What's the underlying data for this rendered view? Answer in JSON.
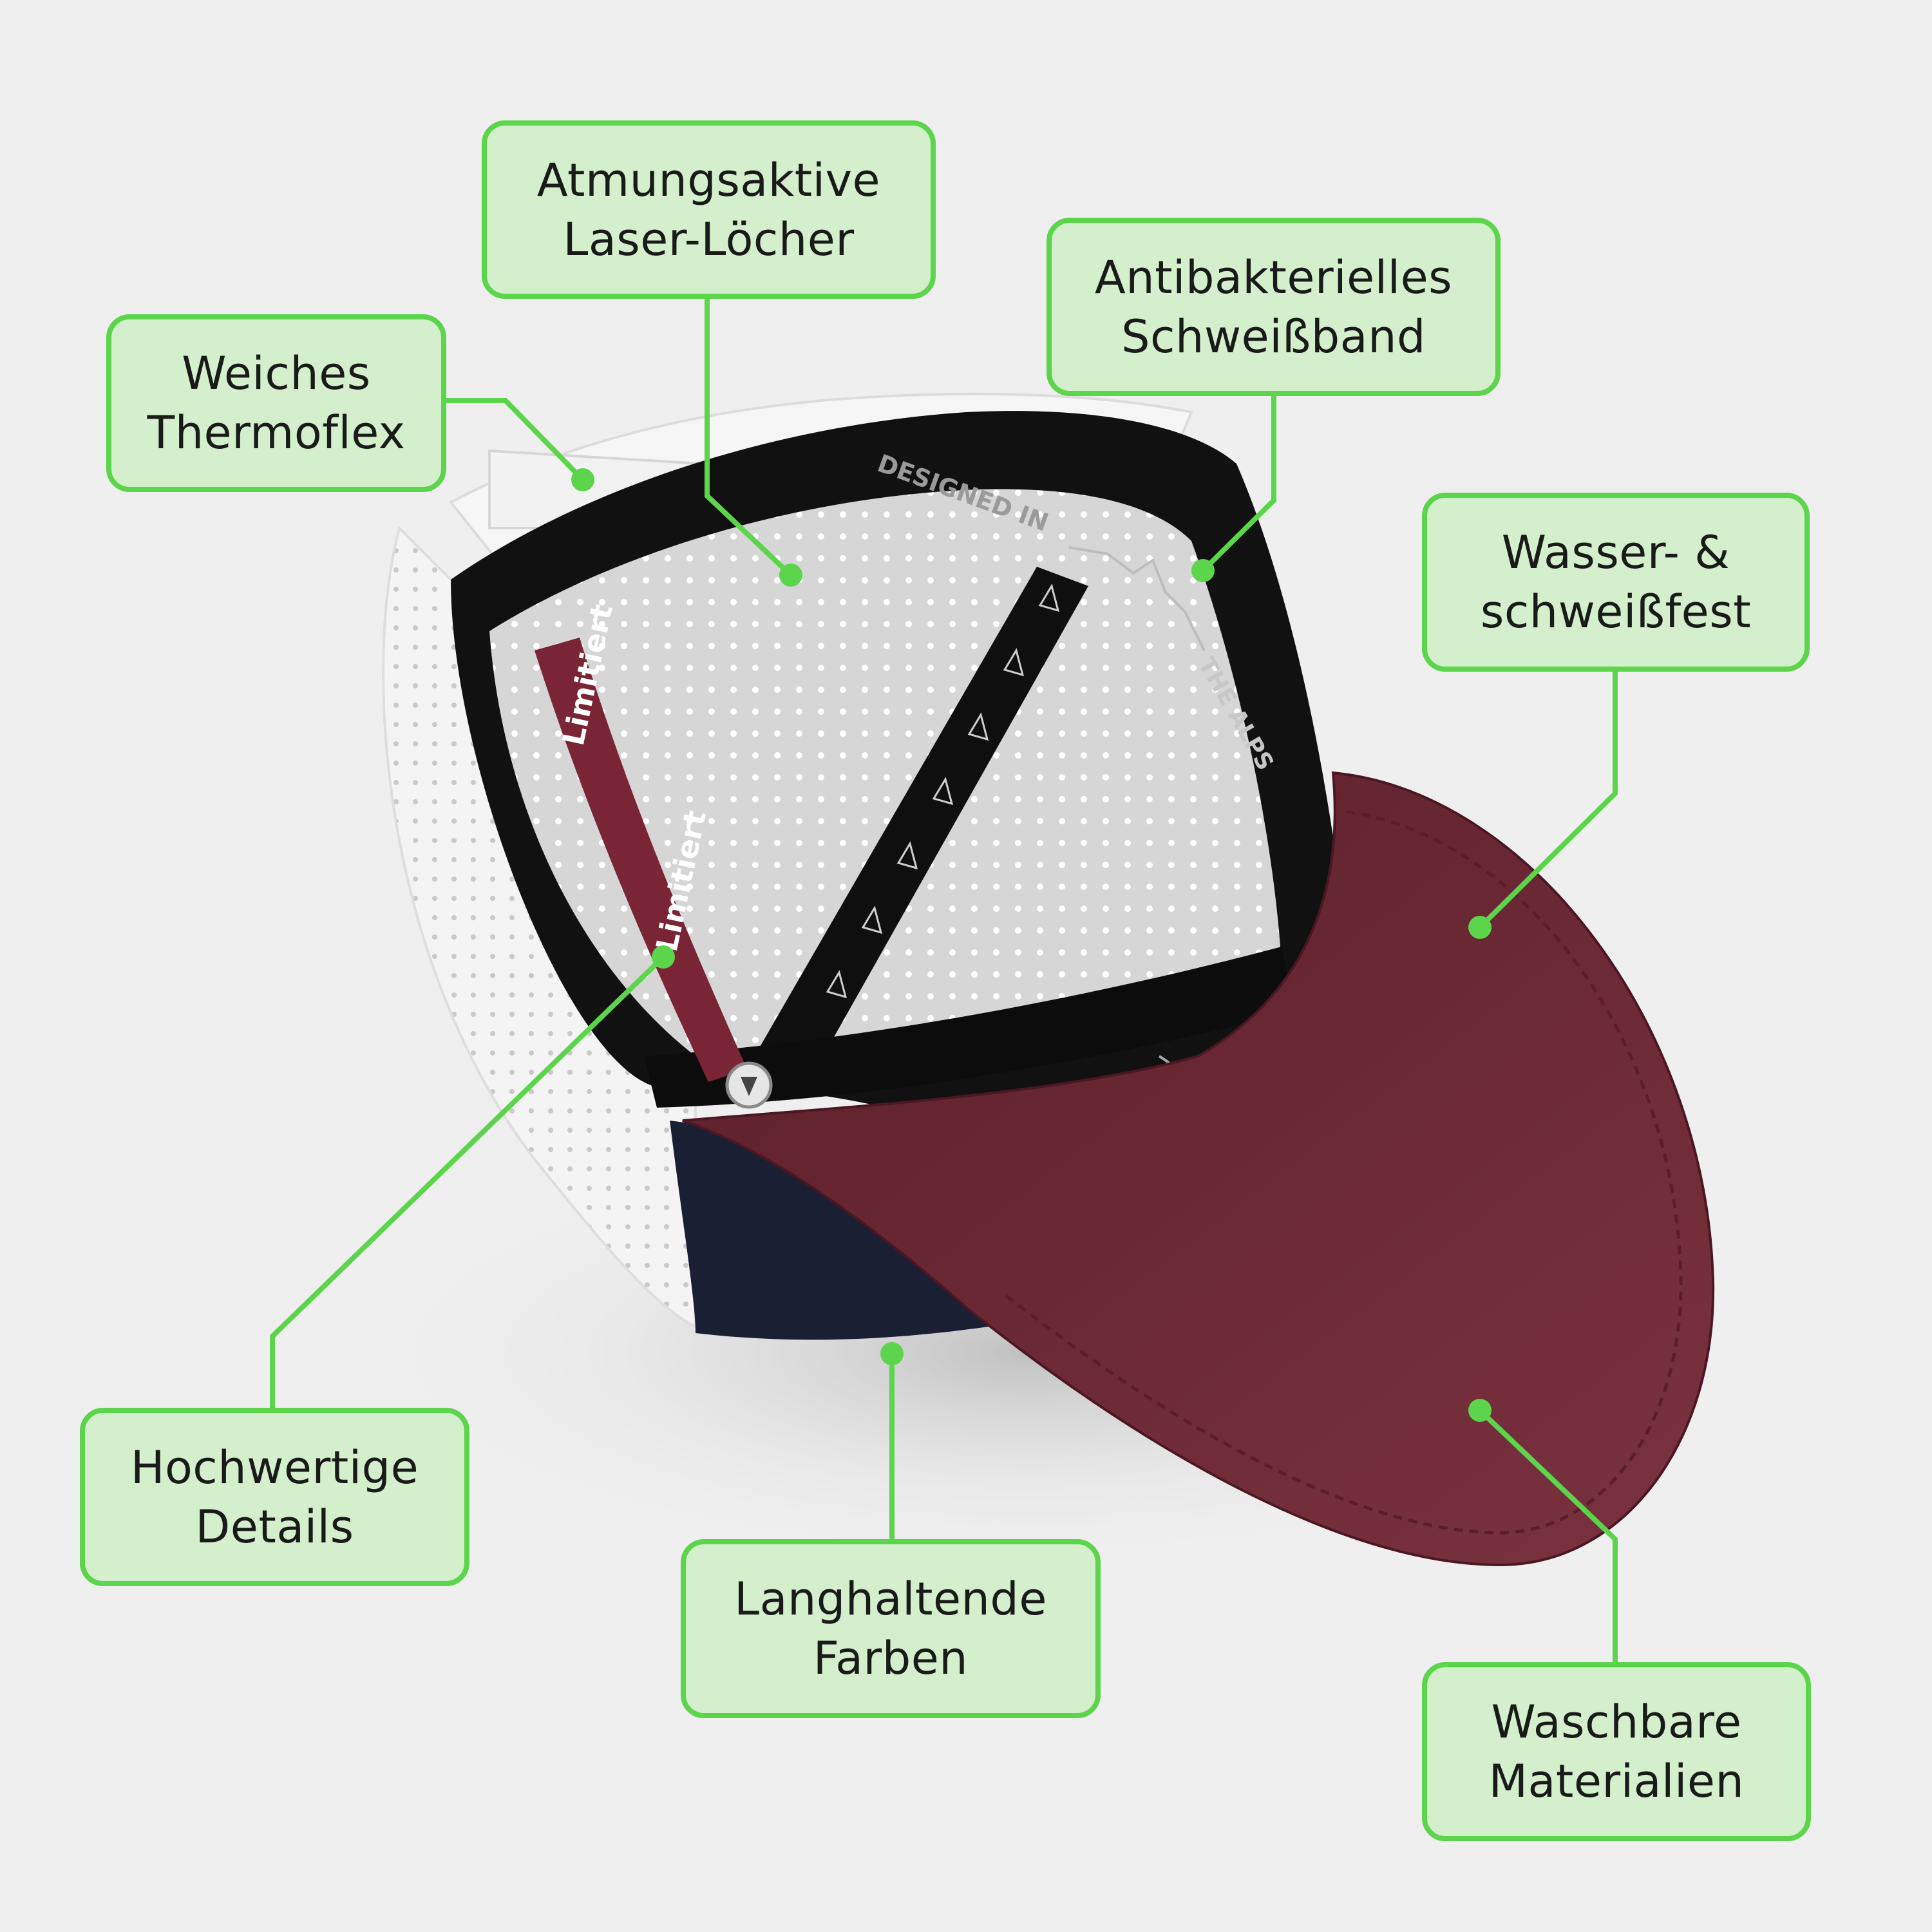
{
  "colors": {
    "accent_line": "#5cd44b",
    "callout_fill": "#d3efcb",
    "background": "#efefef",
    "brim": "#6e2b38",
    "band": "#111111",
    "mesh": "#dcdcdc"
  },
  "product": {
    "band_print_1": "DESIGNED IN",
    "band_print_2": "THE ALPS",
    "strap_print": "Limitiert",
    "strap_icon": "arrow-logo-icon",
    "snap_icon": "snap-button-icon"
  },
  "callouts": {
    "thermoflex": {
      "line1": "Weiches",
      "line2": "Thermoflex"
    },
    "laser": {
      "line1": "Atmungsaktive",
      "line2": "Laser-Löcher"
    },
    "sweatband": {
      "line1": "Antibakterielles",
      "line2": "Schweißband"
    },
    "waterproof": {
      "line1": "Wasser- &",
      "line2": "schweißfest"
    },
    "details": {
      "line1": "Hochwertige",
      "line2": "Details"
    },
    "colors": {
      "line1": "Langhaltende",
      "line2": "Farben"
    },
    "washable": {
      "line1": "Waschbare",
      "line2": "Materialien"
    }
  }
}
